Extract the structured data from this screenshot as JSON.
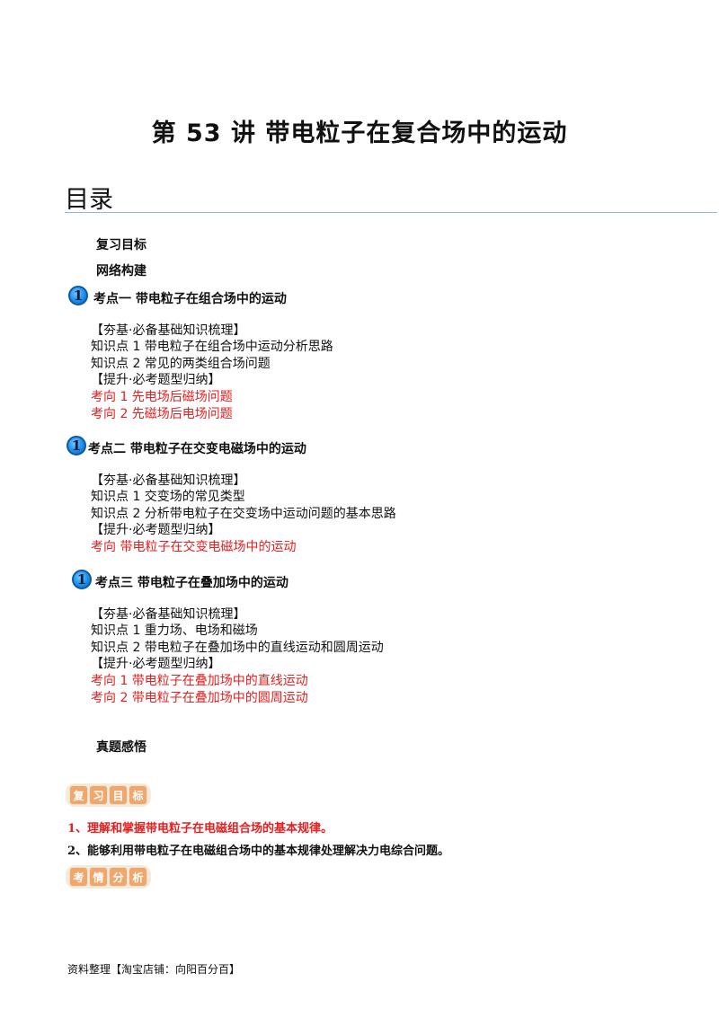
{
  "title": "第 53 讲  带电粒子在复合场中的运动",
  "toc_heading": "目录",
  "toc": {
    "review_goals": "复习目标",
    "network": "网络构建",
    "kp1": {
      "badge": "1",
      "title": "考点一    带电粒子在组合场中的运动",
      "items": [
        "【夯基·必备基础知识梳理】",
        "知识点 1  带电粒子在组合场中运动分析思路",
        "知识点 2  常见的两类组合场问题",
        "【提升·必考题型归纳】"
      ],
      "red_items": [
        "考向 1  先电场后磁场问题",
        "考向 2  先磁场后电场问题"
      ]
    },
    "kp2": {
      "badge": "1",
      "title": "考点二    带电粒子在交变电磁场中的运动",
      "items": [
        "【夯基·必备基础知识梳理】",
        "知识点 1  交变场的常见类型",
        "知识点 2  分析带电粒子在交变场中运动问题的基本思路",
        "【提升·必考题型归纳】"
      ],
      "red_items": [
        "考向  带电粒子在交变电磁场中的运动"
      ]
    },
    "kp3": {
      "badge": "1",
      "title": "考点三    带电粒子在叠加场中的运动",
      "items": [
        "【夯基·必备基础知识梳理】",
        "知识点 1  重力场、电场和磁场",
        "知识点 2  带电粒子在叠加场中的直线运动和圆周运动",
        "【提升·必考题型归纳】"
      ],
      "red_items": [
        "考向 1  带电粒子在叠加场中的直线运动",
        "考向 2  带电粒子在叠加场中的圆周运动"
      ]
    },
    "real_exam": "真题感悟"
  },
  "review_tag": [
    "复",
    "习",
    "目",
    "标"
  ],
  "objectives": [
    "1、理解和掌握带电粒子在电磁组合场的基本规律。",
    "2、能够利用带电粒子在电磁组合场中的基本规律处理解决力电综合问题。"
  ],
  "analysis_tag": [
    "考",
    "情",
    "分",
    "析"
  ],
  "footer": "资料整理【淘宝店铺：向阳百分百】"
}
